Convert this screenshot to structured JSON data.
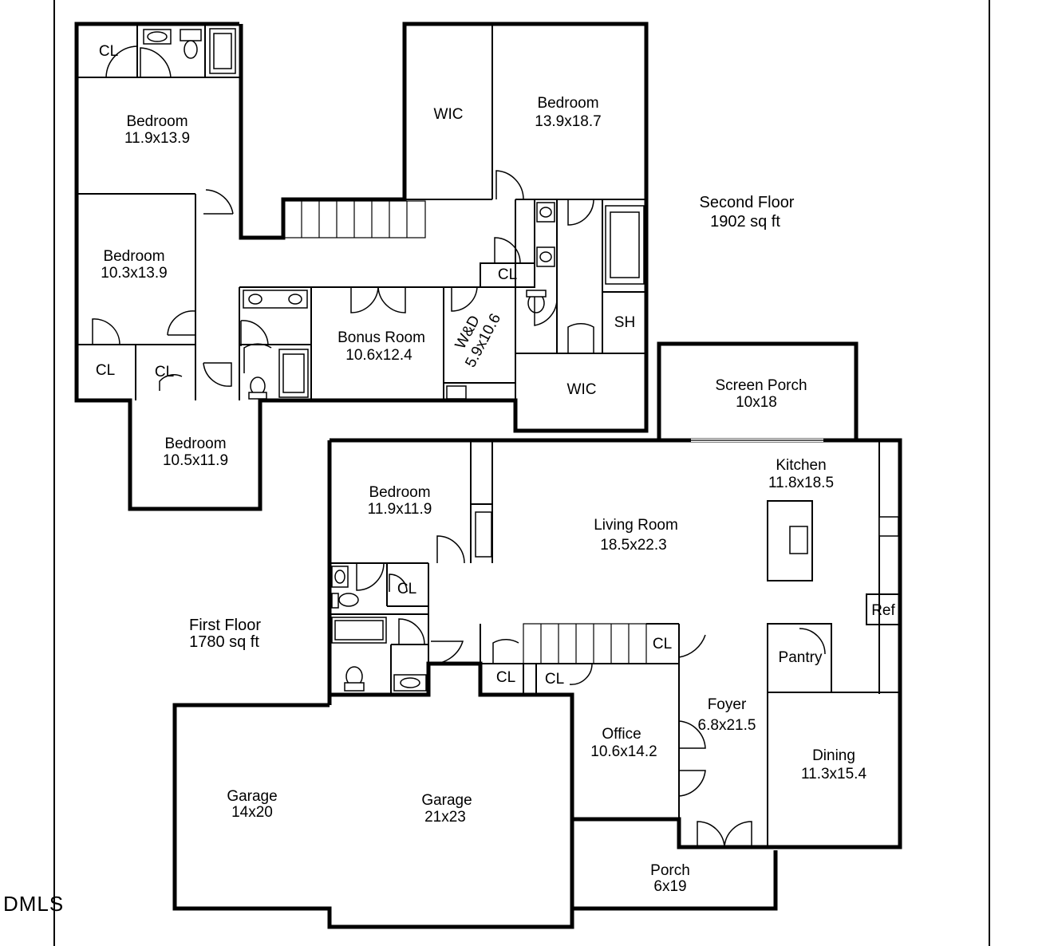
{
  "watermark": "DMLS",
  "second_floor": {
    "title": "Second Floor",
    "area": "1902 sq ft",
    "rooms": {
      "bedroom_nw": {
        "name": "Bedroom",
        "size": "11.9x13.9"
      },
      "bedroom_w": {
        "name": "Bedroom",
        "size": "10.3x13.9"
      },
      "bedroom_sw": {
        "name": "Bedroom",
        "size": "10.5x11.9"
      },
      "bedroom_master": {
        "name": "Bedroom",
        "size": "13.9x18.7"
      },
      "bonus_room": {
        "name": "Bonus Room",
        "size": "10.6x12.4"
      },
      "laundry": {
        "name": "W&D",
        "size": "5.9x10.6"
      },
      "wic_1": {
        "name": "WIC"
      },
      "wic_2": {
        "name": "WIC"
      },
      "shower": {
        "name": "SH"
      },
      "cl_1": {
        "name": "CL"
      },
      "cl_2": {
        "name": "CL"
      },
      "cl_3": {
        "name": "CL"
      },
      "cl_4": {
        "name": "CL"
      }
    }
  },
  "first_floor": {
    "title": "First Floor",
    "area": "1780 sq ft",
    "rooms": {
      "screen_porch": {
        "name": "Screen Porch",
        "size": "10x18"
      },
      "kitchen": {
        "name": "Kitchen",
        "size": "11.8x18.5"
      },
      "living_room": {
        "name": "Living Room",
        "size": "18.5x22.3"
      },
      "bedroom": {
        "name": "Bedroom",
        "size": "11.9x11.9"
      },
      "pantry": {
        "name": "Pantry"
      },
      "ref": {
        "name": "Ref"
      },
      "foyer": {
        "name": "Foyer",
        "size": "6.8x21.5"
      },
      "office": {
        "name": "Office",
        "size": "10.6x14.2"
      },
      "dining": {
        "name": "Dining",
        "size": "11.3x15.4"
      },
      "garage_1": {
        "name": "Garage",
        "size": "14x20"
      },
      "garage_2": {
        "name": "Garage",
        "size": "21x23"
      },
      "porch": {
        "name": "Porch",
        "size": "6x19"
      },
      "cl_bath": {
        "name": "CL"
      },
      "cl_stair": {
        "name": "CL"
      },
      "cl_a": {
        "name": "CL"
      },
      "cl_b": {
        "name": "CL"
      }
    }
  }
}
